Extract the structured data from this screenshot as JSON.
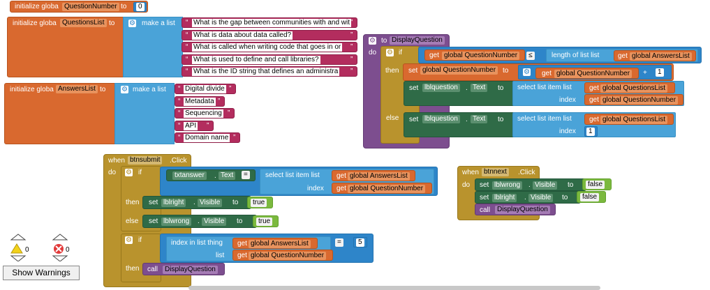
{
  "blocks": {
    "qnum": {
      "label": "initialize globa",
      "name": "QuestionNumber",
      "to": "to",
      "value": "0"
    },
    "qlist": {
      "label": "initialize globa",
      "name": "QuestionsList",
      "to": "to",
      "make": "make a list",
      "items": [
        "What is the gap between communities with and wit",
        "What is data about data called?",
        "What is called when writing code that goes in or",
        "What is used to define and call libraries?",
        "What is the ID string that defines an administra"
      ]
    },
    "alist": {
      "label": "initialize globa",
      "name": "AnswersList",
      "to": "to",
      "make": "make a list",
      "items": [
        "Digital divide",
        "Metadata",
        "Sequencing",
        "API",
        "Domain name"
      ]
    },
    "display": {
      "to": "to",
      "proc": "DisplayQuestion",
      "do": "do",
      "if": "if",
      "then": "then",
      "else": "else",
      "get": "get",
      "set": "set",
      "qnum": "global QuestionNumber",
      "lte": "≤",
      "length": "length of list  list",
      "alist": "global AnswersList",
      "qlist": "global QuestionsList",
      "plus": "+",
      "one": "1",
      "lbl": "lblquestion",
      "dot": ".",
      "text": "Text",
      "select": "select list item  list",
      "index": "index",
      "one2": "1"
    },
    "submit": {
      "when": "when",
      "btn": "btnsubmit",
      "click": ".Click",
      "do": "do",
      "if": "if",
      "then": "then",
      "else": "else",
      "tx": "txtanswer",
      "text": "Text",
      "eq": "=",
      "select": "select list item  list",
      "index": "index",
      "get": "get",
      "alist": "global AnswersList",
      "qnum": "global QuestionNumber",
      "set": "set",
      "right": "lblright",
      "wrong": "lblwrong",
      "visible": "Visible",
      "to": "to",
      "true": "true",
      "indexin": "index in list  thing",
      "list": "list",
      "five": "5",
      "call": "call",
      "dq": "DisplayQuestion"
    },
    "next": {
      "when": "when",
      "btn": "btnnext",
      "click": ".Click",
      "do": "do",
      "set": "set",
      "wrong": "lblwrong",
      "right": "lblright",
      "visible": "Visible",
      "to": "to",
      "false": "false",
      "call": "call",
      "dq": "DisplayQuestion"
    }
  },
  "warnings": {
    "warn_count": "0",
    "err_count": "0",
    "button": "Show Warnings"
  }
}
